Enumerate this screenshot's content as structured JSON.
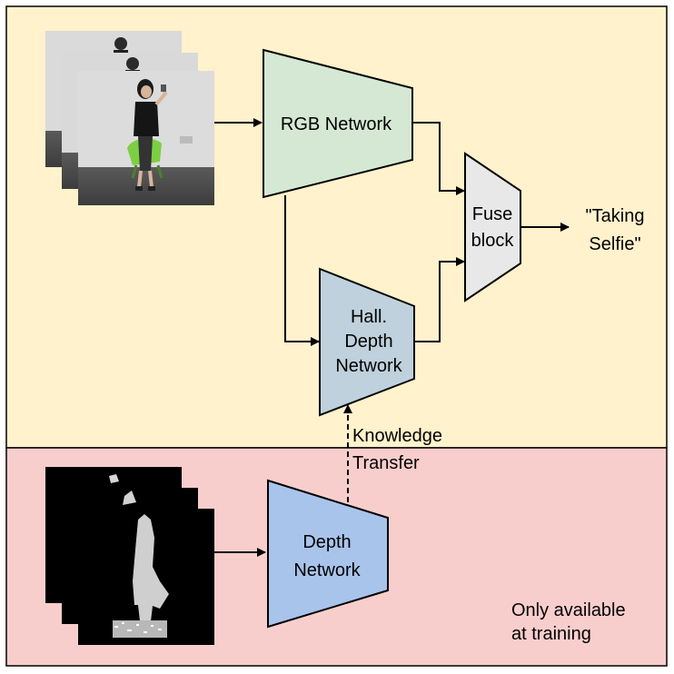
{
  "nodes": {
    "rgb_network": {
      "label": "RGB Network",
      "fill": "#d5e8d4"
    },
    "hall_depth_network": {
      "lines": [
        "Hall.",
        "Depth",
        "Network"
      ],
      "fill": "#bed1dc"
    },
    "fuse_block": {
      "lines": [
        "Fuse",
        "block"
      ],
      "fill": "#e8e8e8"
    },
    "depth_network": {
      "lines": [
        "Depth",
        "Network"
      ],
      "fill": "#a9c4eb"
    }
  },
  "output": {
    "lines": [
      "\"Taking",
      "Selfie\""
    ]
  },
  "knowledge_transfer": {
    "lines": [
      "Knowledge",
      "Transfer"
    ]
  },
  "training_note": {
    "lines": [
      "Only available",
      "at training"
    ]
  },
  "regions": {
    "top_fill": "#fff2cc",
    "bottom_fill": "#f8cecc"
  },
  "images": {
    "rgb_frames": "photo of a person taking a selfie",
    "depth_frames": "depth map silhouette"
  }
}
